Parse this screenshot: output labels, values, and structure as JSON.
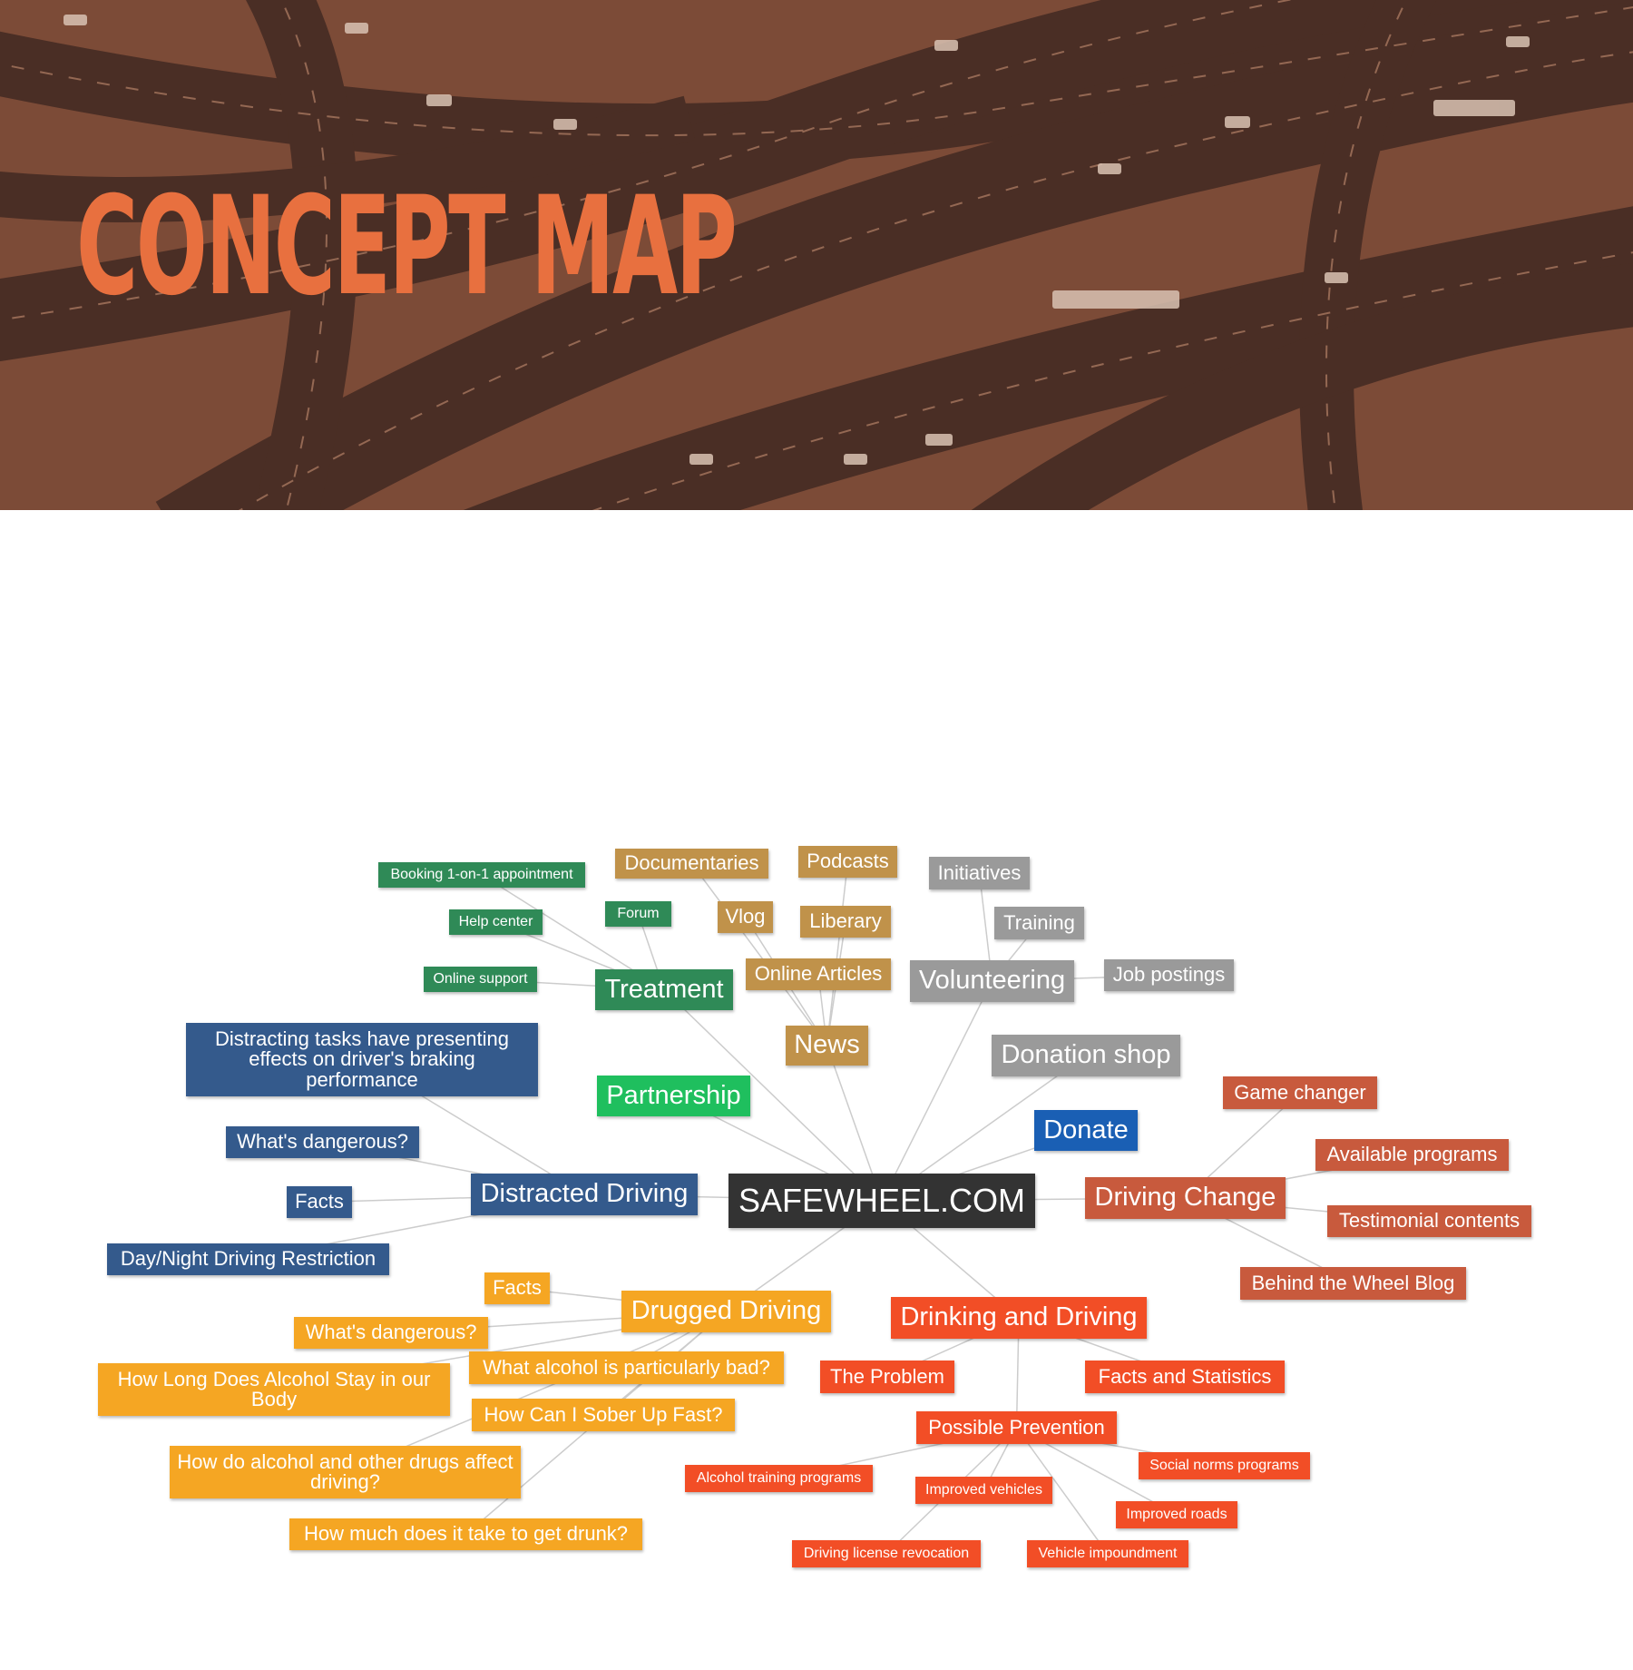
{
  "header": {
    "title": "CONCEPT MAP",
    "title_color": "#e8703f",
    "background": "aerial photo of highway interchange, orange tint"
  },
  "colors": {
    "center": "#333333",
    "treatment": "#2f8a57",
    "media": "#c0924a",
    "gray": "#9a9a9a",
    "partnership": "#1fbf5e",
    "distracted": "#345a8c",
    "donate": "#1a5fb4",
    "driving_change": "#c85a3d",
    "drugged": "#f5a623",
    "drinking": "#f24e26",
    "edge": "#cccccc"
  },
  "map": {
    "center": {
      "id": "center",
      "label": "SAFEWHEEL.COM",
      "color": "center"
    },
    "nodes": [
      {
        "id": "treatment",
        "label": "Treatment",
        "color": "treatment",
        "parent": "center"
      },
      {
        "id": "booking",
        "label": "Booking 1-on-1 appointment",
        "color": "treatment",
        "parent": "treatment"
      },
      {
        "id": "help",
        "label": "Help center",
        "color": "treatment",
        "parent": "treatment"
      },
      {
        "id": "forum",
        "label": "Forum",
        "color": "treatment",
        "parent": "treatment"
      },
      {
        "id": "online_support",
        "label": "Online support",
        "color": "treatment",
        "parent": "treatment"
      },
      {
        "id": "news",
        "label": "News",
        "color": "media",
        "parent": "center"
      },
      {
        "id": "documentaries",
        "label": "Documentaries",
        "color": "media",
        "parent": "news"
      },
      {
        "id": "podcasts",
        "label": "Podcasts",
        "color": "media",
        "parent": "news"
      },
      {
        "id": "vlog",
        "label": "Vlog",
        "color": "media",
        "parent": "news"
      },
      {
        "id": "liberary",
        "label": "Liberary",
        "color": "media",
        "parent": "news"
      },
      {
        "id": "articles",
        "label": "Online Articles",
        "color": "media",
        "parent": "news"
      },
      {
        "id": "volunteering",
        "label": "Volunteering",
        "color": "gray",
        "parent": "center"
      },
      {
        "id": "initiatives",
        "label": "Initiatives",
        "color": "gray",
        "parent": "volunteering"
      },
      {
        "id": "training",
        "label": "Training",
        "color": "gray",
        "parent": "volunteering"
      },
      {
        "id": "jobs",
        "label": "Job postings",
        "color": "gray",
        "parent": "volunteering"
      },
      {
        "id": "donation_shop",
        "label": "Donation shop",
        "color": "gray",
        "parent": "center"
      },
      {
        "id": "partnership",
        "label": "Partnership",
        "color": "partnership",
        "parent": "center"
      },
      {
        "id": "donate",
        "label": "Donate",
        "color": "donate",
        "parent": "center"
      },
      {
        "id": "distracted",
        "label": "Distracted Driving",
        "color": "distracted",
        "parent": "center"
      },
      {
        "id": "distracting_tasks",
        "label": "Distracting tasks have presenting effects on driver's braking performance",
        "color": "distracted",
        "parent": "distracted"
      },
      {
        "id": "dd_dangerous",
        "label": "What's dangerous?",
        "color": "distracted",
        "parent": "distracted"
      },
      {
        "id": "dd_facts",
        "label": "Facts",
        "color": "distracted",
        "parent": "distracted"
      },
      {
        "id": "daynight",
        "label": "Day/Night Driving Restriction",
        "color": "distracted",
        "parent": "distracted"
      },
      {
        "id": "driving_change",
        "label": "Driving Change",
        "color": "driving_change",
        "parent": "center"
      },
      {
        "id": "game_changer",
        "label": "Game changer",
        "color": "driving_change",
        "parent": "driving_change"
      },
      {
        "id": "available",
        "label": "Available programs",
        "color": "driving_change",
        "parent": "driving_change"
      },
      {
        "id": "testimonial",
        "label": "Testimonial contents",
        "color": "driving_change",
        "parent": "driving_change"
      },
      {
        "id": "blog",
        "label": "Behind the Wheel Blog",
        "color": "driving_change",
        "parent": "driving_change"
      },
      {
        "id": "drugged",
        "label": "Drugged Driving",
        "color": "drugged",
        "parent": "center"
      },
      {
        "id": "dr_facts",
        "label": "Facts",
        "color": "drugged",
        "parent": "drugged"
      },
      {
        "id": "dr_dangerous",
        "label": "What's dangerous?",
        "color": "drugged",
        "parent": "drugged"
      },
      {
        "id": "alcohol_bad",
        "label": "What alcohol is particularly bad?",
        "color": "drugged",
        "parent": "drugged"
      },
      {
        "id": "how_long",
        "label": "How Long Does Alcohol Stay in our Body",
        "color": "drugged",
        "parent": "drugged"
      },
      {
        "id": "sober",
        "label": "How Can I Sober Up Fast?",
        "color": "drugged",
        "parent": "drugged"
      },
      {
        "id": "how_do",
        "label": "How do alcohol and other drugs affect driving?",
        "color": "drugged",
        "parent": "drugged"
      },
      {
        "id": "how_much",
        "label": "How much does it take to get drunk?",
        "color": "drugged",
        "parent": "drugged"
      },
      {
        "id": "drinking",
        "label": "Drinking and Driving",
        "color": "drinking",
        "parent": "center"
      },
      {
        "id": "problem",
        "label": "The Problem",
        "color": "drinking",
        "parent": "drinking"
      },
      {
        "id": "facts_stats",
        "label": "Facts and Statistics",
        "color": "drinking",
        "parent": "drinking"
      },
      {
        "id": "prevention",
        "label": "Possible Prevention",
        "color": "drinking",
        "parent": "drinking"
      },
      {
        "id": "alcohol_training",
        "label": "Alcohol training programs",
        "color": "drinking",
        "parent": "prevention"
      },
      {
        "id": "improved_vehicles",
        "label": "Improved vehicles",
        "color": "drinking",
        "parent": "prevention"
      },
      {
        "id": "social_norms",
        "label": "Social norms programs",
        "color": "drinking",
        "parent": "prevention"
      },
      {
        "id": "improved_roads",
        "label": "Improved roads",
        "color": "drinking",
        "parent": "prevention"
      },
      {
        "id": "license_revocation",
        "label": "Driving license revocation",
        "color": "drinking",
        "parent": "prevention"
      },
      {
        "id": "impoundment",
        "label": "Vehicle impoundment",
        "color": "drinking",
        "parent": "prevention"
      }
    ]
  }
}
